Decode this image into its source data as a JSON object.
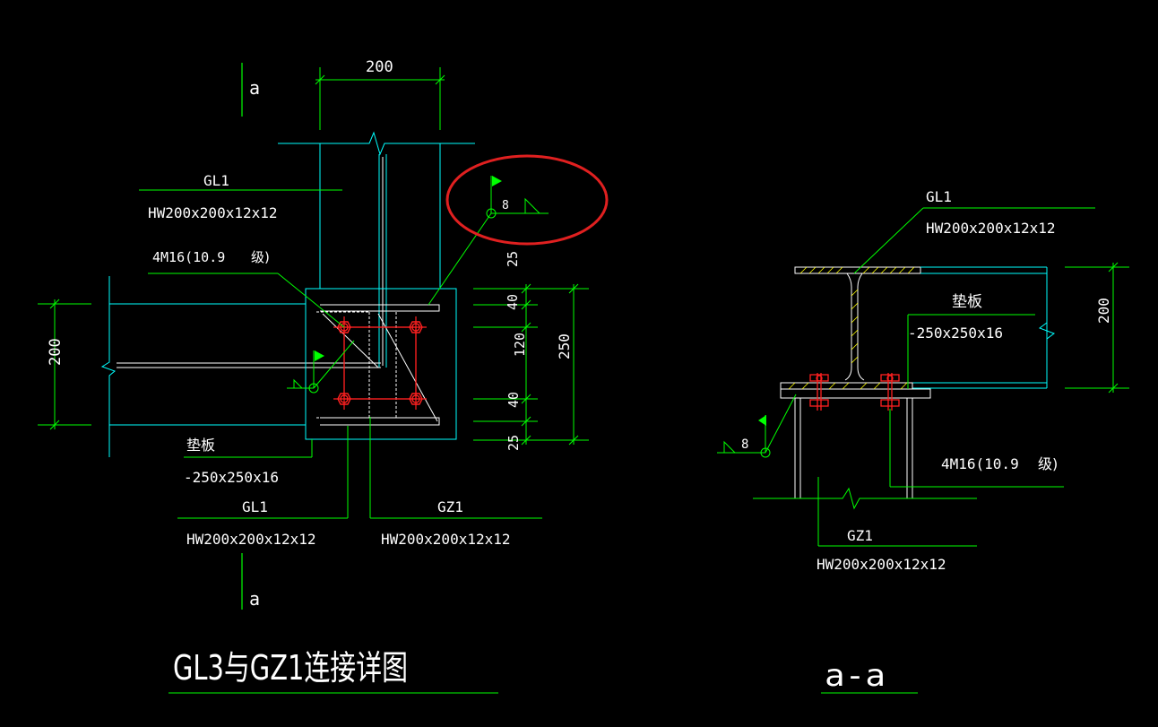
{
  "plan": {
    "dim_top": "200",
    "dim_left": "200",
    "section_mark": "a",
    "gl1_upper": {
      "name": "GL1",
      "spec": "HW200x200x12x12"
    },
    "bolt_label": {
      "part1": "4M16(10.9",
      "part2": "级)"
    },
    "weld_size": "8",
    "right_dims": [
      "25",
      "40",
      "120",
      "40",
      "25"
    ],
    "right_total": "250",
    "pad_label": {
      "name": "垫板",
      "spec": "-250x250x16"
    },
    "gl1_lower": {
      "name": "GL1",
      "spec": "HW200x200x12x12"
    },
    "gz1": {
      "name": "GZ1",
      "spec": "HW200x200x12x12"
    },
    "title": "GL3与GZ1连接详图"
  },
  "section": {
    "gl1": {
      "name": "GL1",
      "spec": "HW200x200x12x12"
    },
    "pad_label": {
      "name": "垫板",
      "spec": "-250x250x16"
    },
    "dim_right": "200",
    "weld_size": "8",
    "bolt_label": {
      "part1": "4M16(10.9",
      "part2": "级)"
    },
    "gz1": {
      "name": "GZ1",
      "spec": "HW200x200x12x12"
    },
    "title": "a-a"
  },
  "colors": {
    "background": "#000000",
    "dimension": "#00ff00",
    "outline": "#00ffff",
    "steel": "#ffffff",
    "bolt": "#ff0000",
    "highlight": "#e02020",
    "hatch": "#ffff00"
  }
}
